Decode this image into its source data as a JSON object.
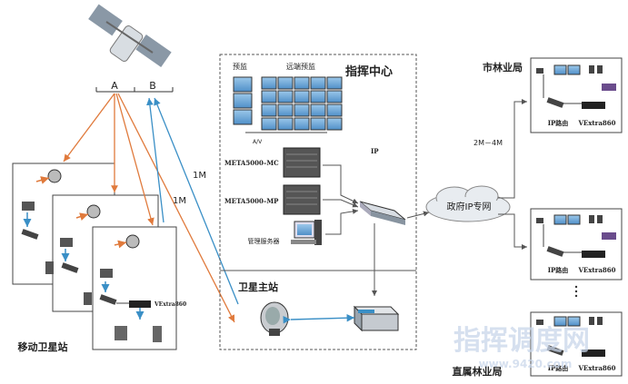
{
  "satellite": {
    "beam_a": "A",
    "beam_b": "B"
  },
  "links": {
    "uplink_1": "1M",
    "uplink_2": "1M",
    "wan_rate": "2M－4M"
  },
  "command_center": {
    "title": "指挥中心",
    "preview_label": "预监",
    "remote_preview_label": "远端预监",
    "av_label": "A/V",
    "mc_label": "META5000–MC",
    "mp_label": "META5000–MP",
    "mgmt_server_label": "管理服务器",
    "ip_label": "IP"
  },
  "hub_station": {
    "title": "卫星主站"
  },
  "network": {
    "cloud_label": "政府IP专网"
  },
  "mobile": {
    "title": "移动卫星站",
    "device_label": "VExtra860"
  },
  "city_bureau": {
    "title": "市林业局",
    "router_label": "IP路由",
    "device_label": "VExtra860"
  },
  "direct_bureau": {
    "title": "直属林业局",
    "router_label": "IP路由",
    "device_label": "VExtra860"
  },
  "watermark": {
    "text": "指挥调度网",
    "url": "www.9420.com"
  },
  "colors": {
    "orange": "#e07a3c",
    "blue": "#3a8fc6",
    "dark": "#444444"
  }
}
